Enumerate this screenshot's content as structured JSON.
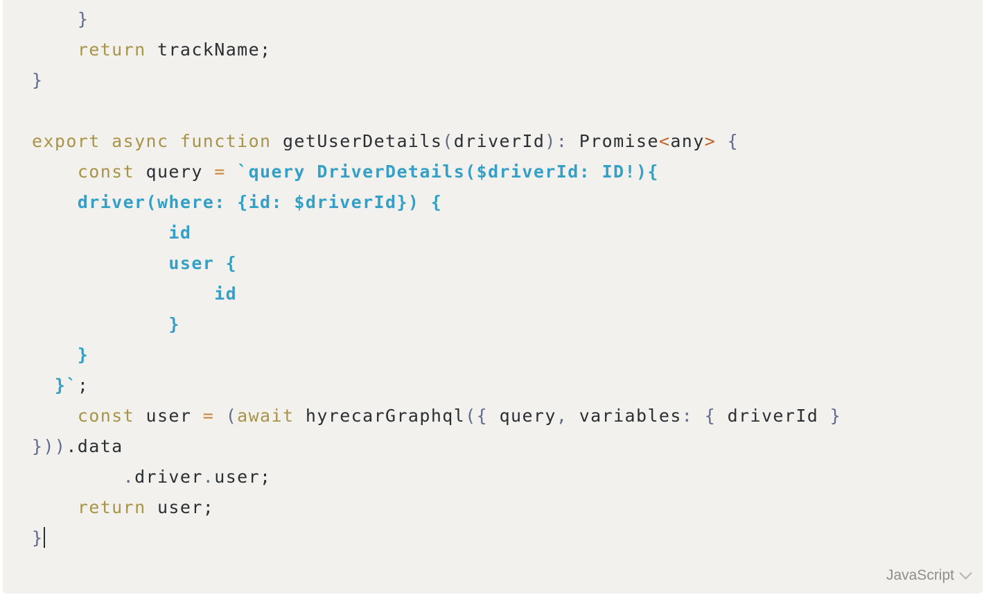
{
  "editor": {
    "language": "JavaScript",
    "lines": [
      [
        {
          "t": "    ",
          "c": "id"
        },
        {
          "t": "}",
          "c": "pn"
        }
      ],
      [
        {
          "t": "    ",
          "c": "id"
        },
        {
          "t": "return",
          "c": "kw"
        },
        {
          "t": " trackName;",
          "c": "id"
        }
      ],
      [
        {
          "t": "}",
          "c": "pn"
        }
      ],
      [
        {
          "t": "",
          "c": "id"
        }
      ],
      [
        {
          "t": "export",
          "c": "kw"
        },
        {
          "t": " ",
          "c": "id"
        },
        {
          "t": "async",
          "c": "kw"
        },
        {
          "t": " ",
          "c": "id"
        },
        {
          "t": "function",
          "c": "kw"
        },
        {
          "t": " getUserDetails",
          "c": "fn"
        },
        {
          "t": "(",
          "c": "pn"
        },
        {
          "t": "driverId",
          "c": "id"
        },
        {
          "t": "): ",
          "c": "pn"
        },
        {
          "t": "Promise",
          "c": "ty"
        },
        {
          "t": "<",
          "c": "gen"
        },
        {
          "t": "any",
          "c": "ty"
        },
        {
          "t": ">",
          "c": "gen"
        },
        {
          "t": " {",
          "c": "pn"
        }
      ],
      [
        {
          "t": "    ",
          "c": "id"
        },
        {
          "t": "const",
          "c": "kw"
        },
        {
          "t": " query ",
          "c": "id"
        },
        {
          "t": "=",
          "c": "op"
        },
        {
          "t": " `query DriverDetails($driverId: ID!){",
          "c": "str"
        }
      ],
      [
        {
          "t": "    driver(where: {id: $driverId}) {",
          "c": "str"
        }
      ],
      [
        {
          "t": "            id",
          "c": "str"
        }
      ],
      [
        {
          "t": "            user {",
          "c": "str"
        }
      ],
      [
        {
          "t": "                id",
          "c": "str"
        }
      ],
      [
        {
          "t": "            }",
          "c": "str"
        }
      ],
      [
        {
          "t": "    }",
          "c": "str"
        }
      ],
      [
        {
          "t": "  }`",
          "c": "str"
        },
        {
          "t": ";",
          "c": "id"
        }
      ],
      [
        {
          "t": "    ",
          "c": "id"
        },
        {
          "t": "const",
          "c": "kw"
        },
        {
          "t": " user ",
          "c": "id"
        },
        {
          "t": "=",
          "c": "op"
        },
        {
          "t": " (",
          "c": "pn"
        },
        {
          "t": "await",
          "c": "kw"
        },
        {
          "t": " hyrecarGraphql",
          "c": "fn"
        },
        {
          "t": "({ ",
          "c": "pn"
        },
        {
          "t": "query",
          "c": "id"
        },
        {
          "t": ", ",
          "c": "pn"
        },
        {
          "t": "variables",
          "c": "id"
        },
        {
          "t": ": { ",
          "c": "pn"
        },
        {
          "t": "driverId",
          "c": "id"
        },
        {
          "t": " }",
          "c": "pn"
        }
      ],
      [
        {
          "t": "}))",
          "c": "pn"
        },
        {
          "t": ".data",
          "c": "id"
        }
      ],
      [
        {
          "t": "        ",
          "c": "id"
        },
        {
          "t": ".",
          "c": "pn"
        },
        {
          "t": "driver",
          "c": "id"
        },
        {
          "t": ".",
          "c": "pn"
        },
        {
          "t": "user;",
          "c": "id"
        }
      ],
      [
        {
          "t": "    ",
          "c": "id"
        },
        {
          "t": "return",
          "c": "kw"
        },
        {
          "t": " user;",
          "c": "id"
        }
      ],
      [
        {
          "t": "}",
          "c": "pn"
        }
      ]
    ]
  }
}
